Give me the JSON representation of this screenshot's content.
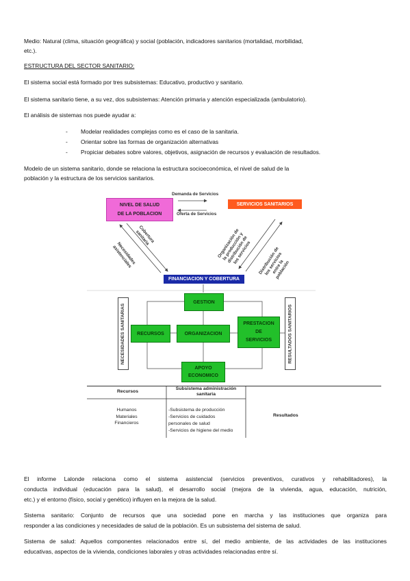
{
  "paragraphs": {
    "medio_l1": "Medio: Natural (clima, situación geográfica) y social (población, indicadores sanitarios (mortalidad, morbilidad,",
    "medio_l2": "etc.).",
    "estructura_title": "ESTRUCTURA DEL SECTOR SANITARIO:",
    "subsistemas": "El sistema social está formado por tres subsistemas: Educativo, productivo y sanitario.",
    "sanitario_sub": "El sistema sanitario tiene, a su vez, dos subsistemas: Atención primaria y atención especializada (ambulatorio).",
    "analisis": "El análisis de sistemas nos puede ayudar a:",
    "modelo_l1": "Modelo de un sistema sanitario, donde se relaciona la estructura socioeconómica, el nivel de salud de la",
    "modelo_l2": "población y la estructura de los servicios sanitarios."
  },
  "bullets": [
    {
      "dash": "-",
      "text": "Modelar realidades complejas como es el caso de la sanitaria."
    },
    {
      "dash": "-",
      "text": "Orientar sobre las formas de organización alternativas"
    },
    {
      "dash": "-",
      "text": "Propiciar debates sobre valores, objetivos, asignación de recursos y evaluación de resultados."
    }
  ],
  "diagram": {
    "nivel_l1": "NIVEL DE SALUD",
    "nivel_l2": "DE LA POBLACION",
    "servicios": "SERVICIOS SANITARIOS",
    "demanda": "Demanda de Servicios",
    "oferta": "Oferta de Servicios",
    "cobertura": [
      "Cobertura",
      "sanitaria"
    ],
    "necesidades_asist": [
      "Necesidades",
      "asistenciales"
    ],
    "organizacion_prod": [
      "Organización de",
      "la producción y",
      "distribución de",
      "los servicios"
    ],
    "distribucion": [
      "Distribución de",
      "los servicios",
      "entre la",
      "población"
    ],
    "financiacion": "FINANCIACION Y COBERTURA",
    "gestion": "GESTION",
    "recursos": "RECURSOS",
    "organizacion": "ORGANIZACION",
    "prestacion_l1": "PRESTACION",
    "prestacion_l2": "DE",
    "prestacion_l3": "SERVICIOS",
    "apoyo_l1": "APOYO",
    "apoyo_l2": "ECONOMICO",
    "necesidades_sanitarias": "NECESIDADES SANITARIAS",
    "resultados_sanitarios": "RESULTADOS SANITARIOS",
    "colors": {
      "pink": "#f06ad8",
      "orange": "#ff5a1e",
      "blue": "#1a2aa8",
      "green": "#22c02a"
    }
  },
  "table": {
    "h_recursos": "Recursos",
    "h_subsistema_l1": "Subsistema administración",
    "h_subsistema_l2": "sanitaria",
    "recursos_items": [
      "Humanos",
      "Materiales",
      "Financieros"
    ],
    "subsistema_items": [
      "-Subsistema de producción",
      "-Servicios de cuidados",
      "personales de salud",
      "-Servicios de higiene del medio"
    ],
    "resultados": "Resultados"
  },
  "lower": {
    "lalonde_l1": "El informe Lalonde relaciona como el sistema asistencial (servicios preventivos, curativos y rehabilitadores), la",
    "lalonde_l2": "conducta individual (educación para la salud), el desarrollo social (mejora de la vivienda, agua, educación, nutrición,",
    "lalonde_l3": "etc.) y el entorno (físico, social y genético) influyen en la mejora de la salud.",
    "sist_san_l1": "Sistema sanitario: Conjunto de recursos que una sociedad pone en marcha y las instituciones que organiza para",
    "sist_san_l2": "responder a las condiciones y necesidades de salud de la población. Es un subsistema del sistema de salud.",
    "sist_salud_l1": "Sistema de salud: Aquellos componentes relacionados entre sí, del medio ambiente, de las actividades de las instituciones",
    "sist_salud_l2": "educativas, aspectos de la vivienda, condiciones laborales y otras actividades relacionadas entre sí."
  }
}
